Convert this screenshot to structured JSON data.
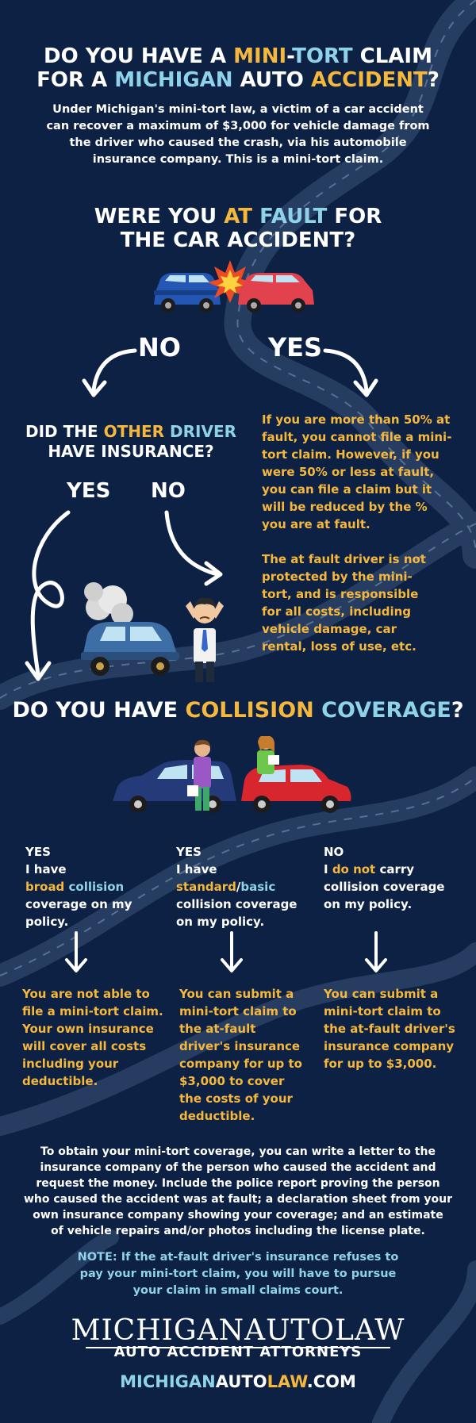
{
  "title": {
    "line1_pre": "DO YOU HAVE A ",
    "line1_mini": "MINI",
    "line1_dash": "-",
    "line1_tort": "TORT",
    "line1_post": " CLAIM",
    "line2_pre": "FOR A ",
    "line2_michigan": "MICHIGAN",
    "line2_mid": " AUTO ",
    "line2_accident": "ACCIDENT",
    "line2_q": "?"
  },
  "intro": {
    "line1": "Under Michigan's mini-tort law, a victim of a car accident",
    "line2": "can recover a maximum of $3,000 for vehicle damage from",
    "line3": "the driver who caused the crash, via his automobile",
    "line4": "insurance company. This is a mini-tort claim."
  },
  "fault_question": {
    "line1_pre": "WERE YOU ",
    "line1_at": "AT",
    "line1_fault": " FAULT",
    "line1_post": " FOR",
    "line2": "THE CAR ACCIDENT?"
  },
  "branch": {
    "no": "NO",
    "yes": "YES"
  },
  "other_driver": {
    "line1_pre": "DID THE ",
    "line1_other": "OTHER",
    "line1_driver": " DRIVER",
    "line2": "HAVE INSURANCE?",
    "yes": "YES",
    "no": "NO"
  },
  "fault_yes_text": {
    "p1": [
      "If you are more than 50% at",
      "fault, you cannot file a mini-",
      "tort claim. However, if you",
      "were 50% or less at fault,",
      "you can file a claim but it",
      "will be reduced by the %",
      "you are at fault."
    ],
    "p2": [
      "The at fault driver is not",
      "protected by the mini-",
      "tort, and is responsible",
      "for all costs, including",
      "vehicle damage, car",
      "rental, loss of use, etc."
    ]
  },
  "collision": {
    "pre": "DO YOU HAVE ",
    "collision": "COLLISION",
    "coverage": " COVERAGE",
    "q": "?"
  },
  "columns": [
    {
      "answer": "YES",
      "l1": "I  have",
      "l2a": "broad",
      "l2b": " collision",
      "l3": "coverage on my",
      "l4": "policy.",
      "result": [
        "You are not able to",
        "file a mini-tort claim.",
        "Your own insurance",
        "will cover all costs",
        "including your",
        "deductible."
      ]
    },
    {
      "answer": "YES",
      "l1": "I have",
      "l2a": "standard",
      "l2slash": "/",
      "l2b": "basic",
      "l3": "collision coverage",
      "l4": "on my policy.",
      "result": [
        "You can submit a",
        "mini-tort claim to",
        "the at-fault",
        "driver's insurance",
        "company for up to",
        "$3,000 to cover",
        "the costs of your",
        "deductible."
      ]
    },
    {
      "answer": "NO",
      "l1a": "I ",
      "l1b": "do not",
      "l1c": " carry",
      "l2": "collision coverage",
      "l3": "on my policy.",
      "result": [
        "You can submit a",
        "mini-tort claim to",
        "the at-fault driver's",
        "insurance company",
        "for up to $3,000."
      ]
    }
  ],
  "footer": {
    "para": [
      "To obtain your mini-tort coverage, you can write a letter to the",
      "insurance company of the person who caused the accident and",
      "request the money. Include the police report proving the person",
      "who caused the accident was at fault; a declaration sheet from your",
      "own insurance company showing your coverage; and an estimate",
      "of vehicle repairs and/or photos including the license plate."
    ],
    "note": [
      "NOTE: If the at-fault driver's insurance refuses to",
      "pay your mini-tort claim, you will have to pursue",
      "your claim in small claims court."
    ]
  },
  "brand": {
    "name": "MICHIGANAUTOLAW",
    "tagline": "AUTO ACCIDENT ATTORNEYS",
    "site_a": "MICHIGAN",
    "site_b": "AUTO",
    "site_c": "LAW",
    "site_d": ".COM"
  },
  "colors": {
    "background": "#0d2145",
    "accent_yellow": "#f5b83d",
    "accent_blue": "#8fd3ea",
    "road": "#4a6485"
  }
}
